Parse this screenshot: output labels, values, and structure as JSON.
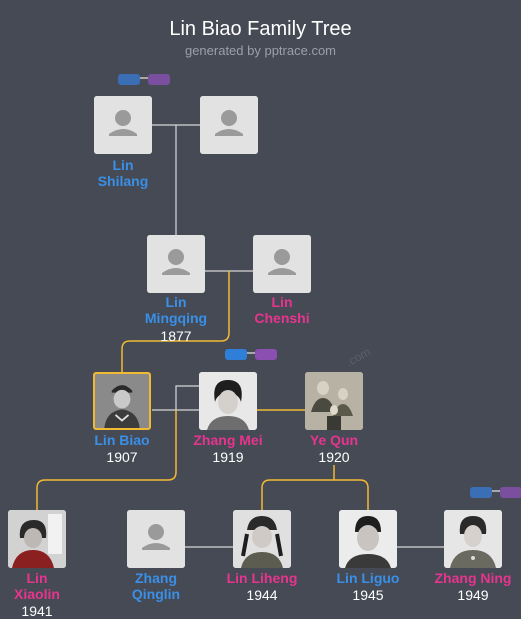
{
  "header": {
    "title": "Lin Biao Family Tree",
    "subtitle": "generated by pptrace.com"
  },
  "watermark": ".com",
  "colors": {
    "male": "#3a8fe6",
    "female": "#e8348e",
    "lineage": "#f2b933",
    "connector": "#d8d8d8",
    "background": "#454a55"
  },
  "people": [
    {
      "id": "lin-shilang",
      "name_line1": "Lin",
      "name_line2": "Shilang",
      "gender": "male",
      "photo": "placeholder"
    },
    {
      "id": "lin-shilang-spouse",
      "gender": "unknown",
      "photo": "placeholder"
    },
    {
      "id": "lin-mingqing",
      "name_line1": "Lin",
      "name_line2": "Mingqing",
      "year": "1877",
      "gender": "male",
      "photo": "placeholder"
    },
    {
      "id": "lin-chenshi",
      "name_line1": "Lin",
      "name_line2": "Chenshi",
      "gender": "female",
      "photo": "placeholder"
    },
    {
      "id": "lin-biao",
      "name_line1": "Lin Biao",
      "year": "1907",
      "gender": "male",
      "photo": "portrait",
      "selected": true
    },
    {
      "id": "zhang-mei",
      "name_line1": "Zhang Mei",
      "year": "1919",
      "gender": "female",
      "photo": "portrait"
    },
    {
      "id": "ye-qun",
      "name_line1": "Ye Qun",
      "year": "1920",
      "gender": "female",
      "photo": "portrait"
    },
    {
      "id": "lin-xiaolin",
      "name_line1": "Lin",
      "name_line2": "Xiaolin",
      "year": "1941",
      "gender": "female",
      "photo": "portrait"
    },
    {
      "id": "zhang-qinglin",
      "name_line1": "Zhang",
      "name_line2": "Qinglin",
      "gender": "male",
      "photo": "placeholder"
    },
    {
      "id": "lin-liheng",
      "name_line1": "Lin Liheng",
      "year": "1944",
      "gender": "female",
      "photo": "portrait"
    },
    {
      "id": "lin-liguo",
      "name_line1": "Lin Liguo",
      "year": "1945",
      "gender": "male",
      "photo": "portrait"
    },
    {
      "id": "zhang-ning",
      "name_line1": "Zhang Ning",
      "year": "1949",
      "gender": "female",
      "photo": "portrait"
    }
  ],
  "expand_toggles": [
    {
      "id": "toggle-lin-shilang-parents",
      "male_color": "#3a6fb5",
      "female_color": "#7a4fa0",
      "icon": "parents-toggle-icon"
    },
    {
      "id": "toggle-zhang-mei-parents",
      "male_color": "#2f7fd8",
      "female_color": "#8a4fb0",
      "icon": "parents-toggle-icon"
    },
    {
      "id": "toggle-zhang-ning-parents",
      "male_color": "#3a6fb5",
      "female_color": "#7a4fa0",
      "icon": "parents-toggle-icon"
    }
  ]
}
